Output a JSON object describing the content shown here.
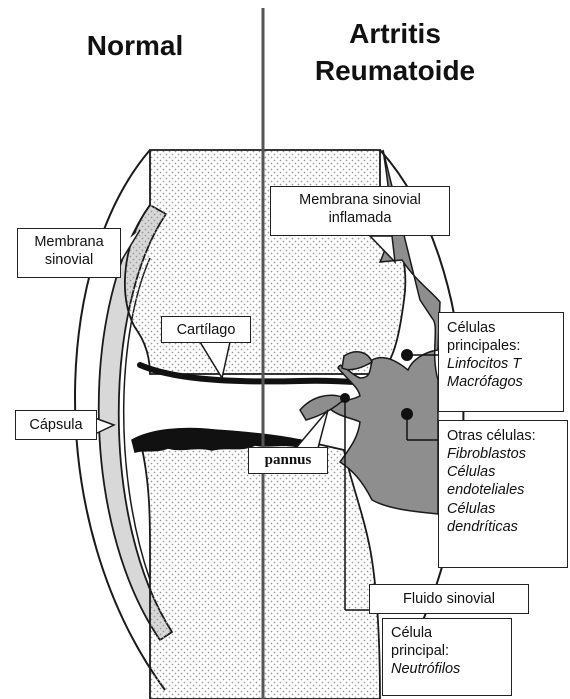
{
  "titles": {
    "normal": "Normal",
    "ra_line1": "Artritis",
    "ra_line2": "Reumatoide"
  },
  "labels": {
    "membrana_sinovial_l1": "Membrana",
    "membrana_sinovial_l2": "sinovial",
    "cartilago": "Cartílago",
    "capsula": "Cápsula",
    "pannus": "pannus",
    "membrana_inflamada_l1": "Membrana sinovial",
    "membrana_inflamada_l2": "inflamada",
    "celulas_principales": {
      "line1": "Células",
      "line2": "principales:",
      "line3": "Linfocitos T",
      "line4": "Macrófagos"
    },
    "otras_celulas": {
      "line1": "Otras células:",
      "line2": "Fibroblastos",
      "line3": "Células",
      "line4": "endoteliales",
      "line5": "Células",
      "line6": "dendríticas"
    },
    "fluido_sinovial": "Fluido sinovial",
    "celula_principal": {
      "line1": "Célula",
      "line2": "principal:",
      "line3": "Neutrófilos"
    }
  },
  "colors": {
    "bone_dots": "#9a9a9a",
    "synovium_gray": "#8e8e8e",
    "capsule_light": "#d8d8d8",
    "outline": "#1a1a1a"
  }
}
